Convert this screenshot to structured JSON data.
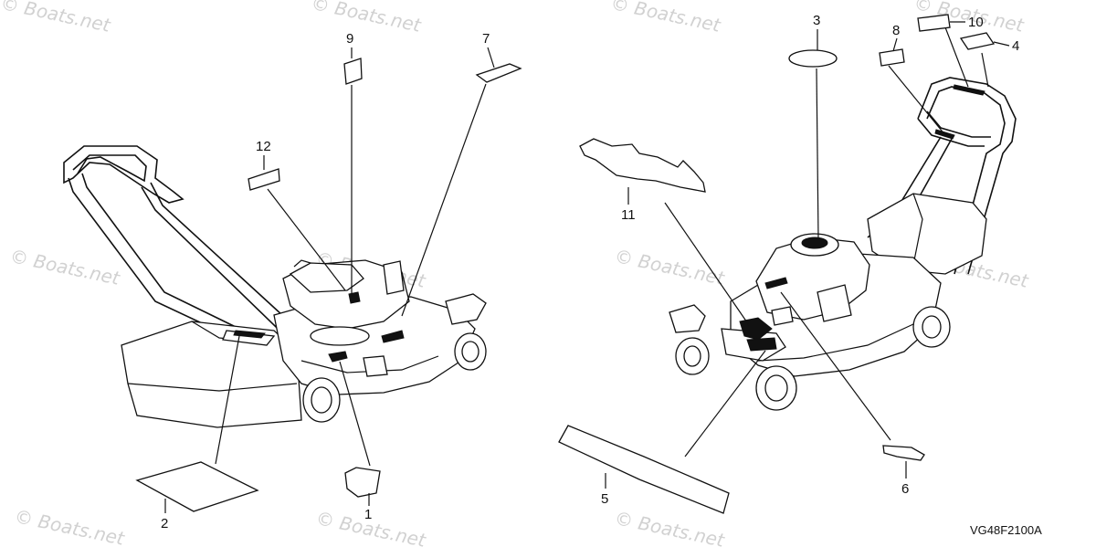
{
  "diagram": {
    "reference_code": "VG48F2100A",
    "watermark_text": "© Boats.net",
    "callouts": {
      "c1": "1",
      "c2": "2",
      "c3": "3",
      "c4": "4",
      "c5": "5",
      "c6": "6",
      "c7": "7",
      "c8": "8",
      "c9": "9",
      "c10": "10",
      "c11": "11",
      "c12": "12"
    }
  }
}
